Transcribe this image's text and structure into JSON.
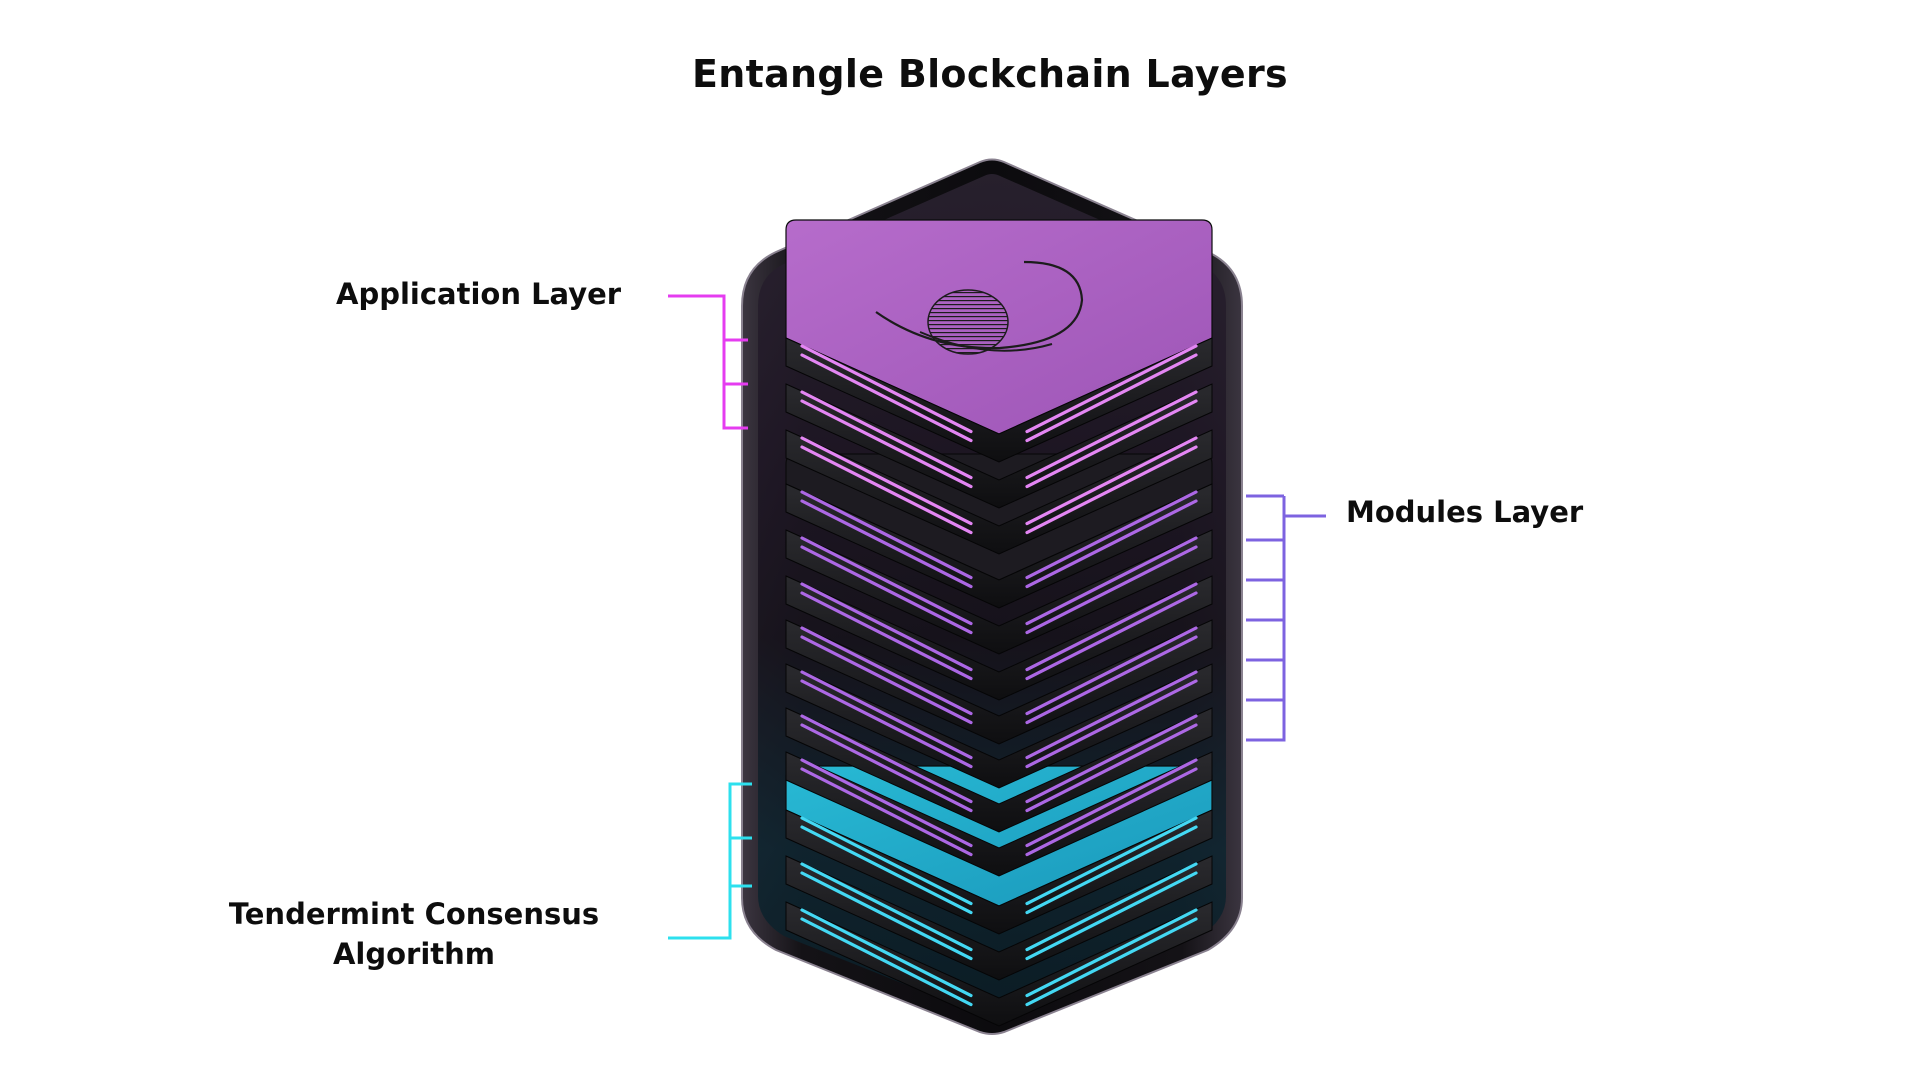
{
  "title": "Entangle Blockchain Layers",
  "layers": [
    {
      "id": "application",
      "label": "Application Layer",
      "color": "#e53cf0",
      "plate_color": "#a95fc1",
      "glow_color": "#ef8cff",
      "plates": 3
    },
    {
      "id": "modules",
      "label": "Modules Layer",
      "color": "#7d63e0",
      "plate_color": "#1b1b1f",
      "glow_color": "#b56cf0",
      "plates": 7
    },
    {
      "id": "tendermint",
      "label": "Tendermint Consensus Algorithm",
      "color": "#2de0ee",
      "plate_color": "#1fa9c9",
      "glow_color": "#46e3ff",
      "plates": 3
    }
  ],
  "logo_icon": "entangle-logo-icon"
}
